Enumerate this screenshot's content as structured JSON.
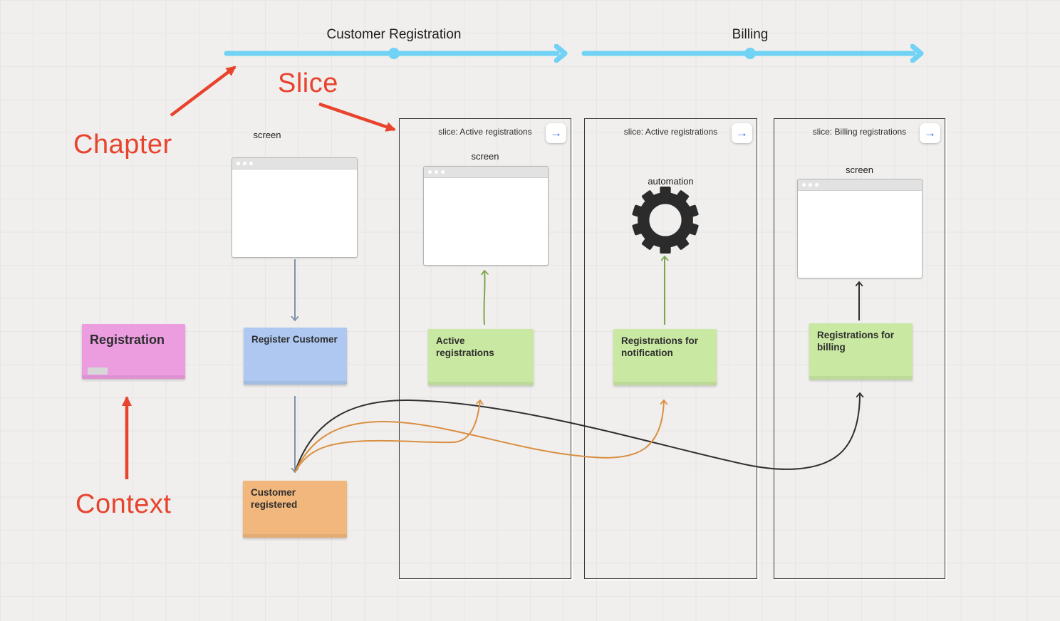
{
  "chapters": [
    {
      "label": "Customer Registration"
    },
    {
      "label": "Billing"
    }
  ],
  "annotations": {
    "chapter": "Chapter",
    "slice": "Slice",
    "context": "Context"
  },
  "context_note": {
    "label": "Registration"
  },
  "main_flow": {
    "screen_label": "screen",
    "command_note": {
      "label": "Register Customer"
    },
    "event_note": {
      "label": "Customer registered"
    }
  },
  "slices": [
    {
      "header": "slice: Active registrations",
      "content_label": "screen",
      "note": {
        "label": "Active registrations"
      }
    },
    {
      "header": "slice: Active registrations",
      "content_label": "automation",
      "note": {
        "label": "Registrations for notification"
      }
    },
    {
      "header": "slice: Billing registrations",
      "content_label": "screen",
      "note": {
        "label": "Registrations for billing"
      }
    }
  ],
  "icons": {
    "slice_arrow": "→",
    "automation_gear": "svg-gear-shape",
    "window_dots": "three-circles"
  },
  "colors": {
    "timeline_cyan": "#70d2f4",
    "annotation_red": "#e8432d",
    "note_pink": "#eb9de0",
    "note_blue": "#aec8f1",
    "note_green": "#c9e8a2",
    "note_orange": "#f2b77c",
    "slice_button_blue": "#2e6be5",
    "connector_orange": "#d98f42",
    "connector_green": "#7ca64b",
    "connector_black": "#2f2f2f",
    "connector_slate": "#8093aa"
  }
}
